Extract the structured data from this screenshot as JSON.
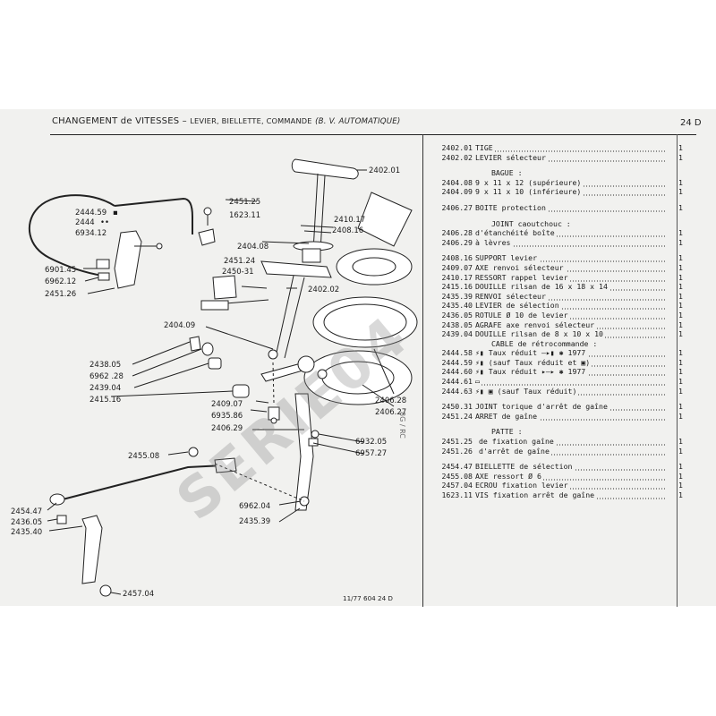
{
  "header": {
    "title_main": "CHANGEMENT de VITESSES",
    "title_sep": " – ",
    "title_sub": "LEVIER, BIELLETTE, COMMANDE",
    "title_paren": "(B. V. AUTOMATIQUE)",
    "page_ref": "24 D"
  },
  "diagram": {
    "labels": {
      "l2402_01": "2402.01",
      "l2451_25": "2451.25",
      "l1623_11": "1623.11",
      "l2410_17": "2410.17",
      "l2408_16": "2408.16",
      "l2444_59": "2444.59",
      "l2444_59_mark": "▪",
      "l2444": "2444",
      "l2444_mark": "••",
      "l6934_12": "6934.12",
      "l2404_08": "2404.08",
      "l6901_45": "6901.45",
      "l6962_12": "6962.12",
      "l2451_24": "2451.24",
      "l2450_31": "2450-31",
      "l2451_26": "2451.26",
      "l2402_02": "2402.02",
      "l2404_09": "2404.09",
      "l2438_05": "2438.05",
      "l6962_28": "6962 .28",
      "l2439_04": "2439.04",
      "l2415_16": "2415.16",
      "l2409_07": "2409.07",
      "l6935_86": "6935.86",
      "l2406_29": "2406.29",
      "l2406_28": "2406.28",
      "l2406_27": "2406.27",
      "l6932_05": "6932.05",
      "l6957_27": "6957.27",
      "l2455_08": "2455.08",
      "l6962_04": "6962.04",
      "l2435_39": "2435.39",
      "l2454_47": "2454.47",
      "l2436_05": "2436.05",
      "l2435_40": "2435.40",
      "l2457_04": "2457.04"
    },
    "print_ref": "11/77   604  24 D",
    "side_note": "8G / RC"
  },
  "watermark": "SERIE04",
  "parts": {
    "r1": {
      "ref": "2402.01",
      "desc": "TIGE",
      "qty": "1"
    },
    "r2": {
      "ref": "2402.02",
      "desc": "LEVIER sélecteur",
      "qty": "1"
    },
    "h_bague": {
      "desc": "BAGUE :"
    },
    "r3": {
      "ref": "2404.08",
      "desc": "9 x 11 x 12 (supérieure)",
      "qty": "1"
    },
    "r4": {
      "ref": "2404.09",
      "desc": "9 x 11 x 10 (inférieure)",
      "qty": "1"
    },
    "r5": {
      "ref": "2406.27",
      "desc": "BOITE protection",
      "qty": "1"
    },
    "h_joint": {
      "desc": "JOINT caoutchouc :"
    },
    "r6": {
      "ref": "2406.28",
      "desc": "d'étanchéité boîte",
      "qty": "1"
    },
    "r7": {
      "ref": "2406.29",
      "desc": "à lèvres",
      "qty": "1"
    },
    "r8": {
      "ref": "2408.16",
      "desc": "SUPPORT levier",
      "qty": "1"
    },
    "r9": {
      "ref": "2409.07",
      "desc": "AXE renvoi sélecteur",
      "qty": "1"
    },
    "r10": {
      "ref": "2410.17",
      "desc": "RESSORT rappel levier",
      "qty": "1"
    },
    "r11": {
      "ref": "2415.16",
      "desc": "DOUILLE rilsan de 16 x 18 x 14",
      "qty": "1"
    },
    "r12": {
      "ref": "2435.39",
      "desc": "RENVOI sélecteur",
      "qty": "1"
    },
    "r13": {
      "ref": "2435.40",
      "desc": "LEVIER de sélection",
      "qty": "1"
    },
    "r14": {
      "ref": "2436.05",
      "desc": "ROTULE Ø 10 de levier",
      "qty": "1"
    },
    "r15": {
      "ref": "2438.05",
      "desc": "AGRAFE axe renvoi sélecteur",
      "qty": "1"
    },
    "r16": {
      "ref": "2439.04",
      "desc": "DOUILLE rilsan de 8 x 10 x 10",
      "qty": "1"
    },
    "h_cable": {
      "desc": "CABLE de rétrocommande :"
    },
    "r17": {
      "ref": "2444.58",
      "desc": "⚡▮ Taux réduit —▸▮ ✱ 1977",
      "qty": "1"
    },
    "r18": {
      "ref": "2444.59",
      "desc": "⚡▮ (sauf Taux réduit et ▣)",
      "qty": "1"
    },
    "r19": {
      "ref": "2444.60",
      "desc": "⚡▮ Taux réduit ▸—▸ ✱ 1977",
      "qty": "1"
    },
    "r20": {
      "ref": "2444.61",
      "desc": "▭",
      "qty": "1"
    },
    "r21": {
      "ref": "2444.63",
      "desc": "⚡▮ ▣ (sauf Taux réduit)",
      "qty": "1"
    },
    "r22": {
      "ref": "2450.31",
      "desc": "JOINT torique d'arrêt de gaîne",
      "qty": "1"
    },
    "r23": {
      "ref": "2451.24",
      "desc": "ARRET de gaîne",
      "qty": "1"
    },
    "h_patte": {
      "desc": "PATTE :"
    },
    "r24": {
      "ref": "2451.25",
      "desc": "de fixation gaîne",
      "qty": "1"
    },
    "r25": {
      "ref": "2451.26",
      "desc": "d'arrêt de gaîne",
      "qty": "1"
    },
    "r26": {
      "ref": "2454.47",
      "desc": "BIELLETTE de sélection",
      "qty": "1"
    },
    "r27": {
      "ref": "2455.08",
      "desc": "AXE ressort Ø 6",
      "qty": "1"
    },
    "r28": {
      "ref": "2457.04",
      "desc": "ECROU fixation levier",
      "qty": "1"
    },
    "r29": {
      "ref": "1623.11",
      "desc": "VIS fixation arrêt de gaîne",
      "qty": "1"
    }
  },
  "colors": {
    "paper": "#f1f1ef",
    "ink": "#1a1a1a",
    "watermark": "#8c8c8c"
  }
}
